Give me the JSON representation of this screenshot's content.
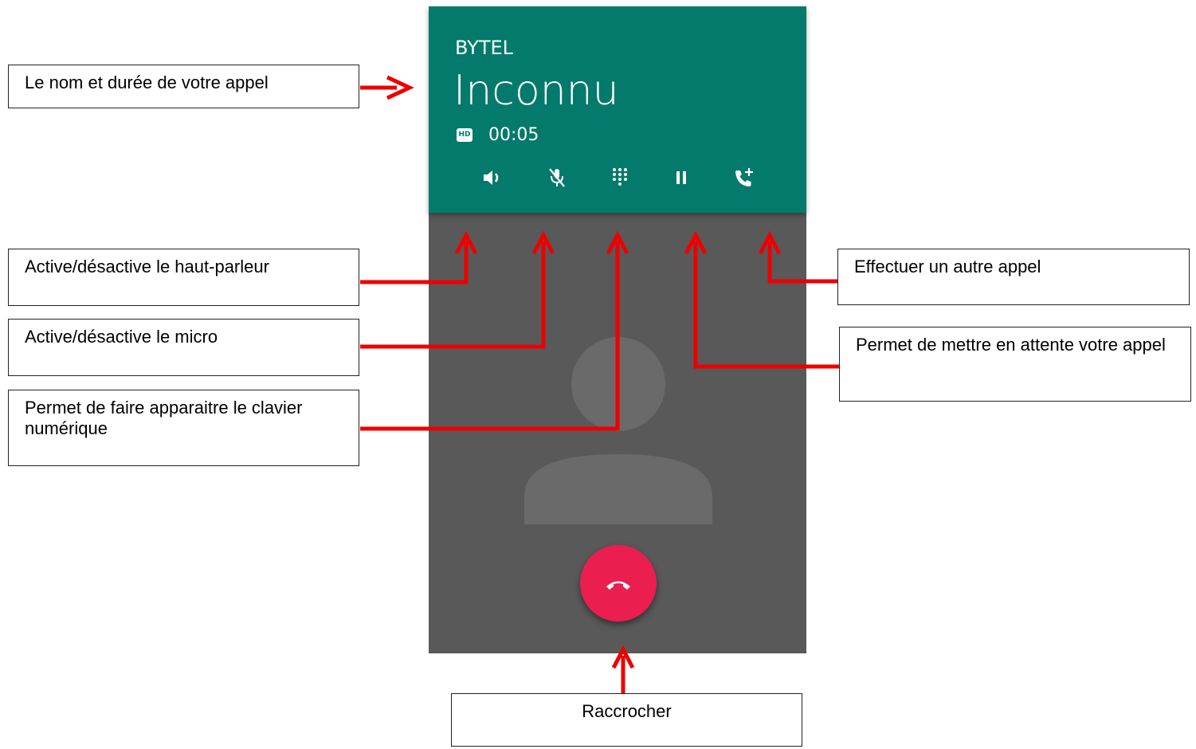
{
  "call": {
    "carrier": "BYTEL",
    "caller_name": "Inconnu",
    "hd_badge": "HD",
    "duration": "00:05"
  },
  "controls": [
    {
      "name": "speaker",
      "icon": "speaker-icon"
    },
    {
      "name": "mute",
      "icon": "mic-off-icon"
    },
    {
      "name": "dialpad",
      "icon": "dialpad-icon"
    },
    {
      "name": "hold",
      "icon": "pause-icon"
    },
    {
      "name": "add-call",
      "icon": "add-call-icon"
    }
  ],
  "hangup": {
    "icon": "hangup-icon",
    "color": "#ea1f4f"
  },
  "colors": {
    "header": "#037a6c",
    "background": "#595959",
    "arrow": "#ee0000"
  },
  "annotations": {
    "name_duration": "Le nom et durée de votre appel",
    "speaker": "Active/désactive le haut-parleur",
    "mic": "Active/désactive le micro",
    "keypad": "Permet de faire apparaitre le clavier numérique",
    "add_call": "Effectuer un autre appel",
    "hold": "Permet de mettre en attente votre appel",
    "hangup": "Raccrocher"
  }
}
